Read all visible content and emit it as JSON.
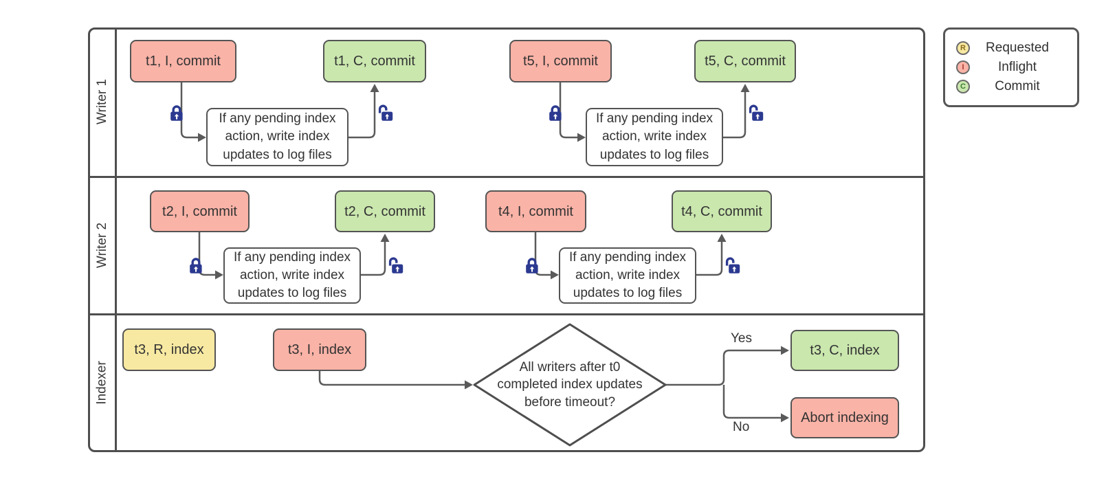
{
  "lanes": {
    "writer1": {
      "label": "Writer 1"
    },
    "writer2": {
      "label": "Writer 2"
    },
    "indexer": {
      "label": "Indexer"
    }
  },
  "nodes": {
    "t1_i": {
      "label": "t1, I, commit",
      "state": "inflight"
    },
    "t1_c": {
      "label": "t1, C, commit",
      "state": "commit"
    },
    "t5_i": {
      "label": "t5, I, commit",
      "state": "inflight"
    },
    "t5_c": {
      "label": "t5, C, commit",
      "state": "commit"
    },
    "t2_i": {
      "label": "t2, I, commit",
      "state": "inflight"
    },
    "t2_c": {
      "label": "t2, C, commit",
      "state": "commit"
    },
    "t4_i": {
      "label": "t4, I, commit",
      "state": "inflight"
    },
    "t4_c": {
      "label": "t4, C, commit",
      "state": "commit"
    },
    "t3_r": {
      "label": "t3, R, index",
      "state": "requested"
    },
    "t3_i": {
      "label": "t3, I, index",
      "state": "inflight"
    },
    "t3_c": {
      "label": "t3, C, index",
      "state": "commit"
    },
    "abort": {
      "label": "Abort indexing",
      "state": "inflight"
    }
  },
  "process_note": "If any pending index action, write index updates to log files",
  "decision": {
    "label": "All writers after t0 completed index updates before timeout?"
  },
  "edge_labels": {
    "yes": "Yes",
    "no": "No"
  },
  "legend": {
    "items": [
      {
        "letter": "R",
        "label": "Requested",
        "color": "#f8e9a2"
      },
      {
        "letter": "I",
        "label": "Inflight",
        "color": "#fab3a7"
      },
      {
        "letter": "C",
        "label": "Commit",
        "color": "#cae7ae"
      }
    ]
  },
  "colors": {
    "inflight_fill": "#fab3a7",
    "commit_fill": "#cae7ae",
    "requested_fill": "#f8e9a2",
    "process_fill": "#ffffff",
    "border": "#4e4e4e",
    "connector": "#5a5a5a",
    "lock_blue": "#2b3990",
    "text": "#333333"
  }
}
